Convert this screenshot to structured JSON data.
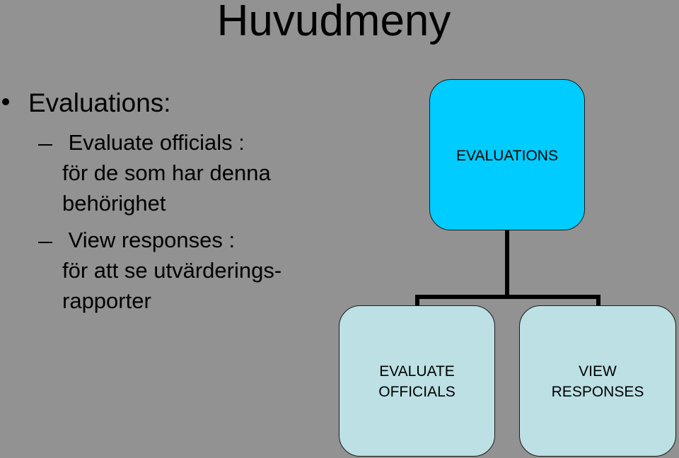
{
  "slide": {
    "title": "Huvudmeny"
  },
  "content": {
    "bullet": "Evaluations:",
    "items": [
      {
        "lines": [
          " Evaluate officials :",
          "för de som har denna",
          "behörighet"
        ]
      },
      {
        "lines": [
          " View responses :",
          "för att se utvärderings-",
          "rapporter"
        ]
      }
    ]
  },
  "diagram": {
    "root": "EVALUATIONS",
    "children": [
      {
        "lines": [
          "EVALUATE",
          "OFFICIALS"
        ]
      },
      {
        "lines": [
          "VIEW",
          "RESPONSES"
        ]
      }
    ]
  }
}
